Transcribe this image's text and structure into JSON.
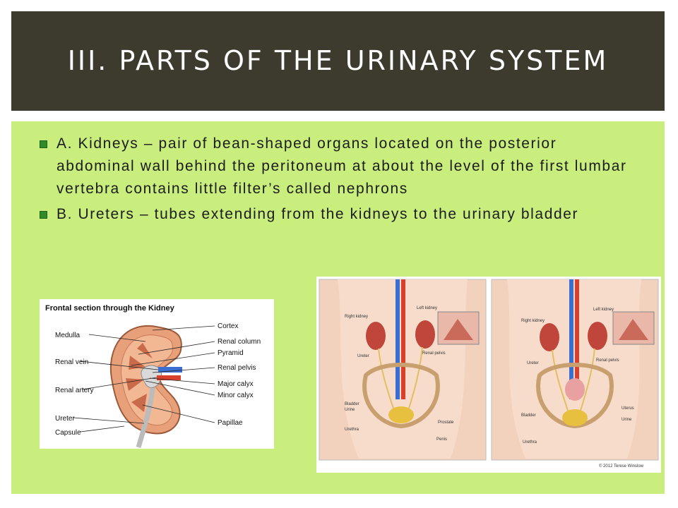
{
  "slide": {
    "title": "III. PARTS OF THE URINARY SYSTEM",
    "bullets": [
      {
        "text": "A. Kidneys – pair of bean-shaped organs located on the posterior abdominal wall behind the peritoneum at about the level of the first lumbar vertebra contains little filter’s called nephrons"
      },
      {
        "text": "B. Ureters – tubes extending from the kidneys to the urinary bladder"
      }
    ]
  },
  "kidney_diagram": {
    "title": "Frontal section through the Kidney",
    "labels_left": [
      "Medulla",
      "Renal vein",
      "Renal artery",
      "Ureter",
      "Capsule"
    ],
    "labels_right": [
      "Cortex",
      "Renal column",
      "Pyramid",
      "Renal pelvis",
      "Major calyx",
      "Minor calyx",
      "Papillae"
    ]
  },
  "body_illustration": {
    "male": {
      "labels": [
        "Right kidney",
        "Left kidney",
        "Ureter",
        "Renal pelvis",
        "Bladder",
        "Urine",
        "Prostate",
        "Urethra",
        "Penis"
      ]
    },
    "female": {
      "labels": [
        "Right kidney",
        "Left kidney",
        "Ureter",
        "Renal pelvis",
        "Uterus",
        "Bladder",
        "Urine",
        "Urethra"
      ]
    },
    "copyright": "© 2012 Terese Winslow"
  },
  "colors": {
    "title_bar": "#3d3a2e",
    "content_bg": "#c9ee7d",
    "bullet": "#2f8a2a"
  }
}
